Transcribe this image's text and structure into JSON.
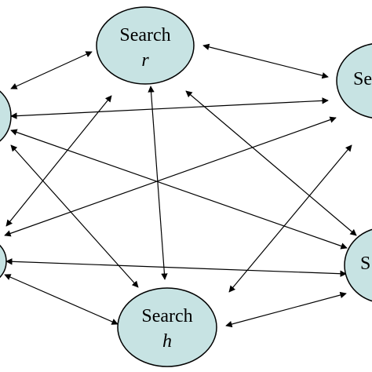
{
  "colors": {
    "node_fill": "#c7e3e3",
    "node_stroke": "#000000",
    "edge": "#000000",
    "background": "#ffffff"
  },
  "nodes": {
    "top": {
      "label": "Search",
      "sub": "r"
    },
    "bottom": {
      "label": "Search",
      "sub": "h"
    },
    "right_top": {
      "label": "Se",
      "sub": ""
    },
    "right_bottom": {
      "label": "S",
      "sub": ""
    },
    "left_top": {
      "label": "",
      "sub": ""
    },
    "left_bottom": {
      "label": "",
      "sub": ""
    }
  }
}
